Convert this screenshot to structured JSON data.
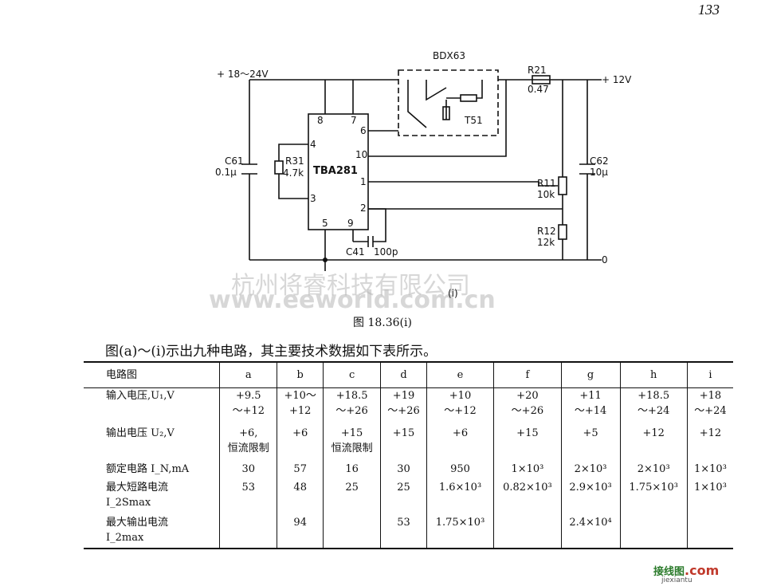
{
  "page_number": "133",
  "circuit": {
    "labels": {
      "vin": "+ 18～24V",
      "vout": "+ 12V",
      "ground": "0",
      "transistor": "BDX63",
      "transistor_sub": "T51",
      "ic": "TBA281",
      "c61": "C61",
      "c61_val": "0.1μ",
      "r31": "R31",
      "r31_val": "4.7k",
      "r21": "R21",
      "r21_val": "0.47",
      "c62": "C62",
      "c62_val": "10μ",
      "r11": "R11",
      "r11_val": "10k",
      "r12": "R12",
      "r12_val": "12k",
      "c41": "C41",
      "c41_val": "100p",
      "pin8": "8",
      "pin7": "7",
      "pin6": "6",
      "pin10": "10",
      "pin4": "4",
      "pin1": "1",
      "pin3": "3",
      "pin2": "2",
      "pin5": "5",
      "pin9": "9",
      "sub_label": "(i)"
    },
    "watermark_cn": "杭州将睿科技有限公司",
    "watermark_en": "www.eeworld.com.cn"
  },
  "caption": "图 18.36(i)",
  "intro": "图(a)～(i)示出九种电路，其主要技术数据如下表所示。",
  "table": {
    "headers": [
      "电路图",
      "a",
      "b",
      "c",
      "d",
      "e",
      "f",
      "g",
      "h",
      "i"
    ],
    "rows": [
      [
        "输入电压,U₁,V",
        "+9.5\n～+12",
        "+10～\n+12",
        "+18.5\n～+26",
        "+19\n～+26",
        "+10\n～+12",
        "+20\n～+26",
        "+11\n～+14",
        "+18.5\n～+24",
        "+18\n～+24"
      ],
      [
        "输出电压 U₂,V",
        "+6,\n恒流限制",
        "+6",
        "+15\n恒流限制",
        "+15",
        "+6",
        "+15",
        "+5",
        "+12",
        "+12"
      ],
      [
        "额定电路 I_N,mA",
        "30",
        "57",
        "16",
        "30",
        "950",
        "1×10³",
        "2×10³",
        "2×10³",
        "1×10³"
      ],
      [
        "最大短路电流\nI_2Smax",
        "53",
        "48",
        "25",
        "25",
        "1.6×10³",
        "0.82×10³",
        "2.9×10³",
        "1.75×10³",
        "1×10³"
      ],
      [
        "最大输出电流\nI_2max",
        "",
        "94",
        "",
        "53",
        "1.75×10³",
        "",
        "2.4×10⁴",
        "",
        ""
      ]
    ]
  },
  "logo": {
    "text": "接线图",
    "com": ".com",
    "sub": "jiexiantu"
  }
}
